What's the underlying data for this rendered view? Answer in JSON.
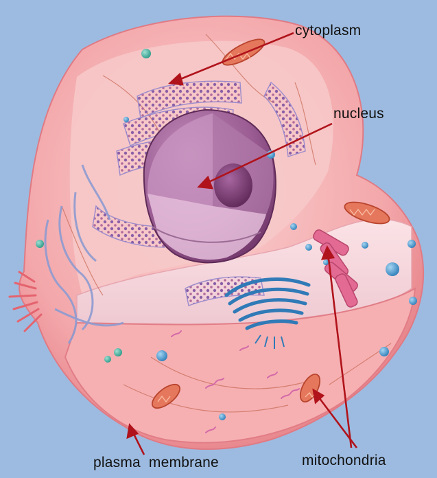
{
  "labels": {
    "cytoplasm": "cytoplasm",
    "nucleus": "nucleus",
    "plasma_membrane": "plasma membrane",
    "mitochondria": "mitochondria"
  },
  "colors": {
    "background": "#9dbbe0",
    "cell_outer": "#f2a0a5",
    "cell_inner": "#f6c3c3",
    "nucleus": "#8e4f86",
    "nucleolus": "#7a3b73",
    "er": "#9a8fc6",
    "golgi": "#3b86c4",
    "mitochondrion": "#e07055",
    "leader_line": "#b0131b"
  }
}
